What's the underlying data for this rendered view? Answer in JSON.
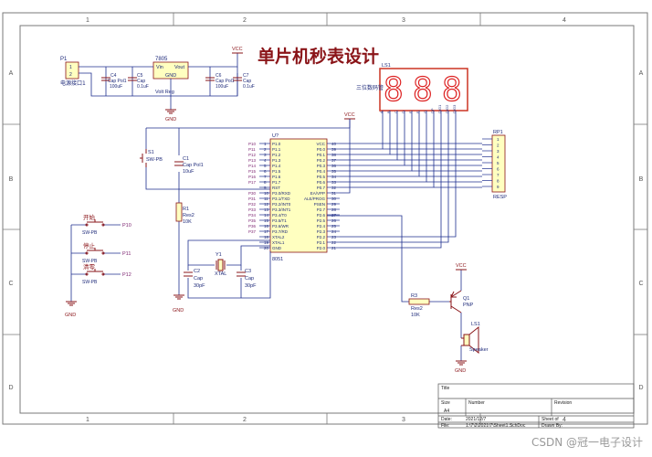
{
  "sheet": {
    "title": "单片机秒表设计",
    "border_columns": [
      "1",
      "2",
      "3",
      "4"
    ],
    "border_rows": [
      "A",
      "B",
      "C",
      "D"
    ]
  },
  "power": {
    "vcc_label": "VCC",
    "gnd_label": "GND"
  },
  "connector_p1": {
    "ref": "P1",
    "pins": [
      "1",
      "2"
    ],
    "desc": "电源接口1"
  },
  "regulator": {
    "ref": "7805",
    "vin": "Vin",
    "vout": "Vout",
    "gnd": "GND",
    "desc": "Volt Reg"
  },
  "caps_power": [
    {
      "ref": "C4",
      "desc": "Cap Pol1",
      "value": "100uF"
    },
    {
      "ref": "C5",
      "desc": "Cap",
      "value": "0.1uF"
    },
    {
      "ref": "C6",
      "desc": "Cap Pol1",
      "value": "100uF"
    },
    {
      "ref": "C7",
      "desc": "Cap",
      "value": "0.1uF"
    }
  ],
  "reset_circuit": {
    "s1_ref": "S1",
    "s1_type": "SW-PB",
    "c1_ref": "C1",
    "c1_desc": "Cap Pol1",
    "c1_value": "10uF",
    "r1_ref": "R1",
    "r1_desc": "Res2",
    "r1_value": "10K"
  },
  "buttons": [
    {
      "label": "开始",
      "type": "SW-PB",
      "net": "P10"
    },
    {
      "label": "停止",
      "type": "SW-PB",
      "net": "P11"
    },
    {
      "label": "清零",
      "type": "SW-PB",
      "net": "P12"
    }
  ],
  "mcu": {
    "ref": "U?",
    "part": "8051",
    "left_pins": [
      {
        "net": "P10",
        "num": "1",
        "name": "P1.0"
      },
      {
        "net": "P11",
        "num": "2",
        "name": "P1.1"
      },
      {
        "net": "P12",
        "num": "3",
        "name": "P1.2"
      },
      {
        "net": "P13",
        "num": "4",
        "name": "P1.3"
      },
      {
        "net": "P14",
        "num": "5",
        "name": "P1.4"
      },
      {
        "net": "P15",
        "num": "6",
        "name": "P1.5"
      },
      {
        "net": "P16",
        "num": "7",
        "name": "P1.6"
      },
      {
        "net": "P17",
        "num": "8",
        "name": "P1.7"
      },
      {
        "net": "",
        "num": "9",
        "name": "RST"
      },
      {
        "net": "P30",
        "num": "10",
        "name": "P3.0/RXD"
      },
      {
        "net": "P31",
        "num": "11",
        "name": "P3.1/TXD"
      },
      {
        "net": "P32",
        "num": "12",
        "name": "P3.2/INT0"
      },
      {
        "net": "P33",
        "num": "13",
        "name": "P3.3/INT1"
      },
      {
        "net": "P34",
        "num": "14",
        "name": "P3.4/T0"
      },
      {
        "net": "P35",
        "num": "15",
        "name": "P3.5/T1"
      },
      {
        "net": "P36",
        "num": "16",
        "name": "P3.6/WR"
      },
      {
        "net": "P37",
        "num": "17",
        "name": "P3.7/RD"
      },
      {
        "net": "",
        "num": "18",
        "name": "XTAL2"
      },
      {
        "net": "",
        "num": "19",
        "name": "XTAL1"
      },
      {
        "net": "",
        "num": "20",
        "name": "GND"
      }
    ],
    "right_pins": [
      {
        "num": "40",
        "name": "VCC"
      },
      {
        "num": "39",
        "name": "P0.0"
      },
      {
        "num": "38",
        "name": "P0.1"
      },
      {
        "num": "37",
        "name": "P0.2"
      },
      {
        "num": "36",
        "name": "P0.3"
      },
      {
        "num": "35",
        "name": "P0.4"
      },
      {
        "num": "34",
        "name": "P0.5"
      },
      {
        "num": "33",
        "name": "P0.6"
      },
      {
        "num": "32",
        "name": "P0.7"
      },
      {
        "num": "31",
        "name": "EA/VPP"
      },
      {
        "num": "30",
        "name": "ALE/PROG"
      },
      {
        "num": "29",
        "name": "PSEN"
      },
      {
        "num": "28",
        "name": "P2.7"
      },
      {
        "num": "27",
        "name": "P2.6"
      },
      {
        "num": "26",
        "name": "P2.5"
      },
      {
        "num": "25",
        "name": "P2.4"
      },
      {
        "num": "24",
        "name": "P2.3"
      },
      {
        "num": "23",
        "name": "P2.2"
      },
      {
        "num": "22",
        "name": "P2.1"
      },
      {
        "num": "21",
        "name": "P2.0"
      }
    ]
  },
  "crystal": {
    "y1_ref": "Y1",
    "y1_desc": "XTAL",
    "c2_ref": "C2",
    "c2_desc": "Cap",
    "c2_value": "30pF",
    "c3_ref": "C3",
    "c3_desc": "Cap",
    "c3_value": "30pF"
  },
  "display": {
    "ref": "LS1",
    "desc": "三位数码管",
    "digits": [
      "8",
      "8",
      "8"
    ],
    "seg_pins": [
      "A",
      "B",
      "C",
      "D",
      "E",
      "F",
      "G",
      "DP"
    ],
    "dig_pins": [
      "DIG1",
      "DIG2",
      "DIG3"
    ]
  },
  "resistor_pack": {
    "ref": "RP1",
    "desc": "RESP",
    "pins": [
      "1",
      "2",
      "3",
      "4",
      "5",
      "6",
      "7",
      "8",
      "9"
    ]
  },
  "buzzer_circuit": {
    "r3_ref": "R3",
    "r3_desc": "Res2",
    "r3_value": "10K",
    "q1_ref": "Q1",
    "q1_type": "PNP",
    "ls_ref": "LS1",
    "ls_desc": "Speaker"
  },
  "title_block": {
    "title_label": "Title",
    "size_label": "Size",
    "size_value": "A4",
    "number_label": "Number",
    "revision_label": "Revision",
    "date_label": "Date:",
    "date_value": "2021/12/7",
    "file_label": "File:",
    "file_value": "1:\\7\\2\\2021\\7\\Sheet1.SchDoc",
    "sheet_label": "Sheet of",
    "drawn_label": "Drawn By:"
  },
  "watermark": "CSDN @冠一电子设计",
  "colors": {
    "wire": "#1f2f8f",
    "component": "#8a1418",
    "net_label": "#7a1f6e",
    "text": "#1e2a7a",
    "display_red": "#dd2222",
    "body_fill": "#ffffc0",
    "border": "#6a6a6a"
  }
}
